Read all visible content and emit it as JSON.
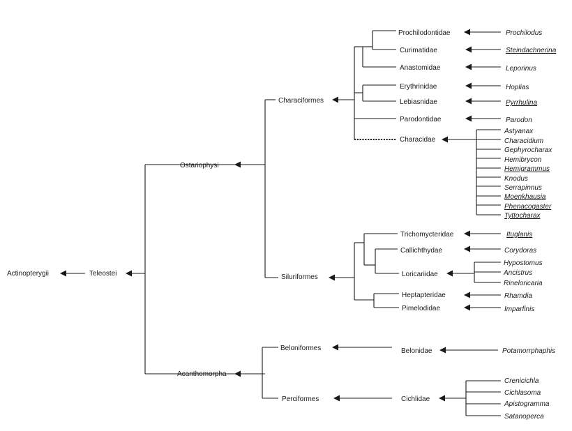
{
  "taxa": {
    "actinopterygii": "Actinopterygii",
    "teleostei": "Teleostei",
    "ostariophysi": "Ostariophysi",
    "acanthomorpha": "Acanthomorpha",
    "characiformes": "Characiformes",
    "siluriformes": "Siluriformes",
    "beloniformes": "Beloniformes",
    "perciformes": "Perciformes"
  },
  "families": {
    "prochilodontidae": "Prochilodontidae",
    "curimatidae": "Curimatidae",
    "anastomidae": "Anastomidae",
    "erythrinidae": "Erythrinidae",
    "lebiasnidae": "Lebiasnidae",
    "parodontidae": "Parodontidae",
    "characidae": "Characidae",
    "trichomycteridae": "Trichomycteridae",
    "callichthydae": "Callichthydae",
    "loricariidae": "Loricariidae",
    "heptapteridae": "Heptapteridae",
    "pimelodidae": "Pimelodidae",
    "belonidae": "Belonidae",
    "cichlidae": "Cichlidae"
  },
  "genera": {
    "prochilodus": {
      "name": "Prochilodus",
      "underlined": false
    },
    "steindachnerina": {
      "name": "Steindachnerina",
      "underlined": true
    },
    "leporinus": {
      "name": "Leporinus",
      "underlined": false
    },
    "hoplias": {
      "name": "Hoplias",
      "underlined": false
    },
    "pyrrhulina": {
      "name": "Pyrrhulina",
      "underlined": true
    },
    "parodon": {
      "name": "Parodon",
      "underlined": false
    },
    "astyanax": {
      "name": "Astyanax",
      "underlined": false
    },
    "characidium": {
      "name": "Characidium",
      "underlined": false
    },
    "gephyrocharax": {
      "name": "Gephyrocharax",
      "underlined": false
    },
    "hemibrycon": {
      "name": "Hemibrycon",
      "underlined": false
    },
    "hemigrammus": {
      "name": "Hemigrammus",
      "underlined": true
    },
    "knodus": {
      "name": "Knodus",
      "underlined": false
    },
    "serrapinnus": {
      "name": "Serrapinnus",
      "underlined": false
    },
    "moenkhausia": {
      "name": "Moenkhausia",
      "underlined": true
    },
    "phenacogaster": {
      "name": "Phenacogaster",
      "underlined": true
    },
    "tyttocharax": {
      "name": "Tyttocharax",
      "underlined": true
    },
    "ituglanis": {
      "name": "Ituglanis",
      "underlined": true
    },
    "corydoras": {
      "name": "Corydoras",
      "underlined": false
    },
    "hypostomus": {
      "name": "Hypostomus",
      "underlined": false
    },
    "ancistrus": {
      "name": "Ancistrus",
      "underlined": false
    },
    "rineloricaria": {
      "name": "Rineloricaria",
      "underlined": false
    },
    "rhamdia": {
      "name": "Rhamdia",
      "underlined": false
    },
    "imparfinis": {
      "name": "Imparfinis",
      "underlined": false
    },
    "potamorrphaphis": {
      "name": "Potamorrphaphis",
      "underlined": false
    },
    "crenicichla": {
      "name": "Crenicichla",
      "underlined": false
    },
    "cichlasoma": {
      "name": "Cichlasoma",
      "underlined": false
    },
    "apistogramma": {
      "name": "Apistogramma",
      "underlined": false
    },
    "satanoperca": {
      "name": "Satanoperca",
      "underlined": false
    }
  },
  "style": {
    "line_color": "#1a1a1a",
    "background": "#ffffff"
  }
}
